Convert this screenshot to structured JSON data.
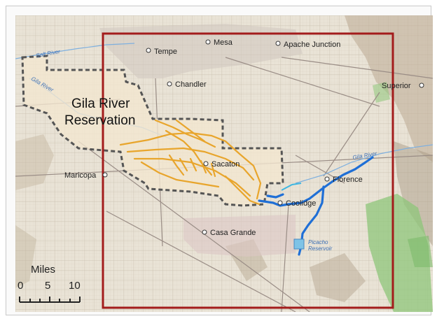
{
  "map": {
    "reservation_name_line1": "Gila River",
    "reservation_name_line2": "Reservation",
    "cities": {
      "tempe": "Tempe",
      "mesa": "Mesa",
      "apache_junction": "Apache Junction",
      "chandler": "Chandler",
      "superior": "Superior",
      "sacaton": "Sacaton",
      "maricopa": "Maricopa",
      "florence": "Florence",
      "coolidge": "Coolidge",
      "casa_grande": "Casa Grande"
    },
    "rivers": {
      "salt": "Salt River",
      "gila_west": "Gila River",
      "gila_east": "Gila River"
    },
    "reservoir_line1": "Picacho",
    "reservoir_line2": "Reservoir",
    "scale": {
      "unit": "Miles",
      "ticks": [
        "0",
        "5",
        "10"
      ]
    },
    "colors": {
      "study_area_border": "#a31c1c",
      "canal_orange": "#e8a52c",
      "canal_blue": "#1f6fd6",
      "reservation_fill": "#f2e6cf",
      "reservation_border": "#555555"
    }
  }
}
